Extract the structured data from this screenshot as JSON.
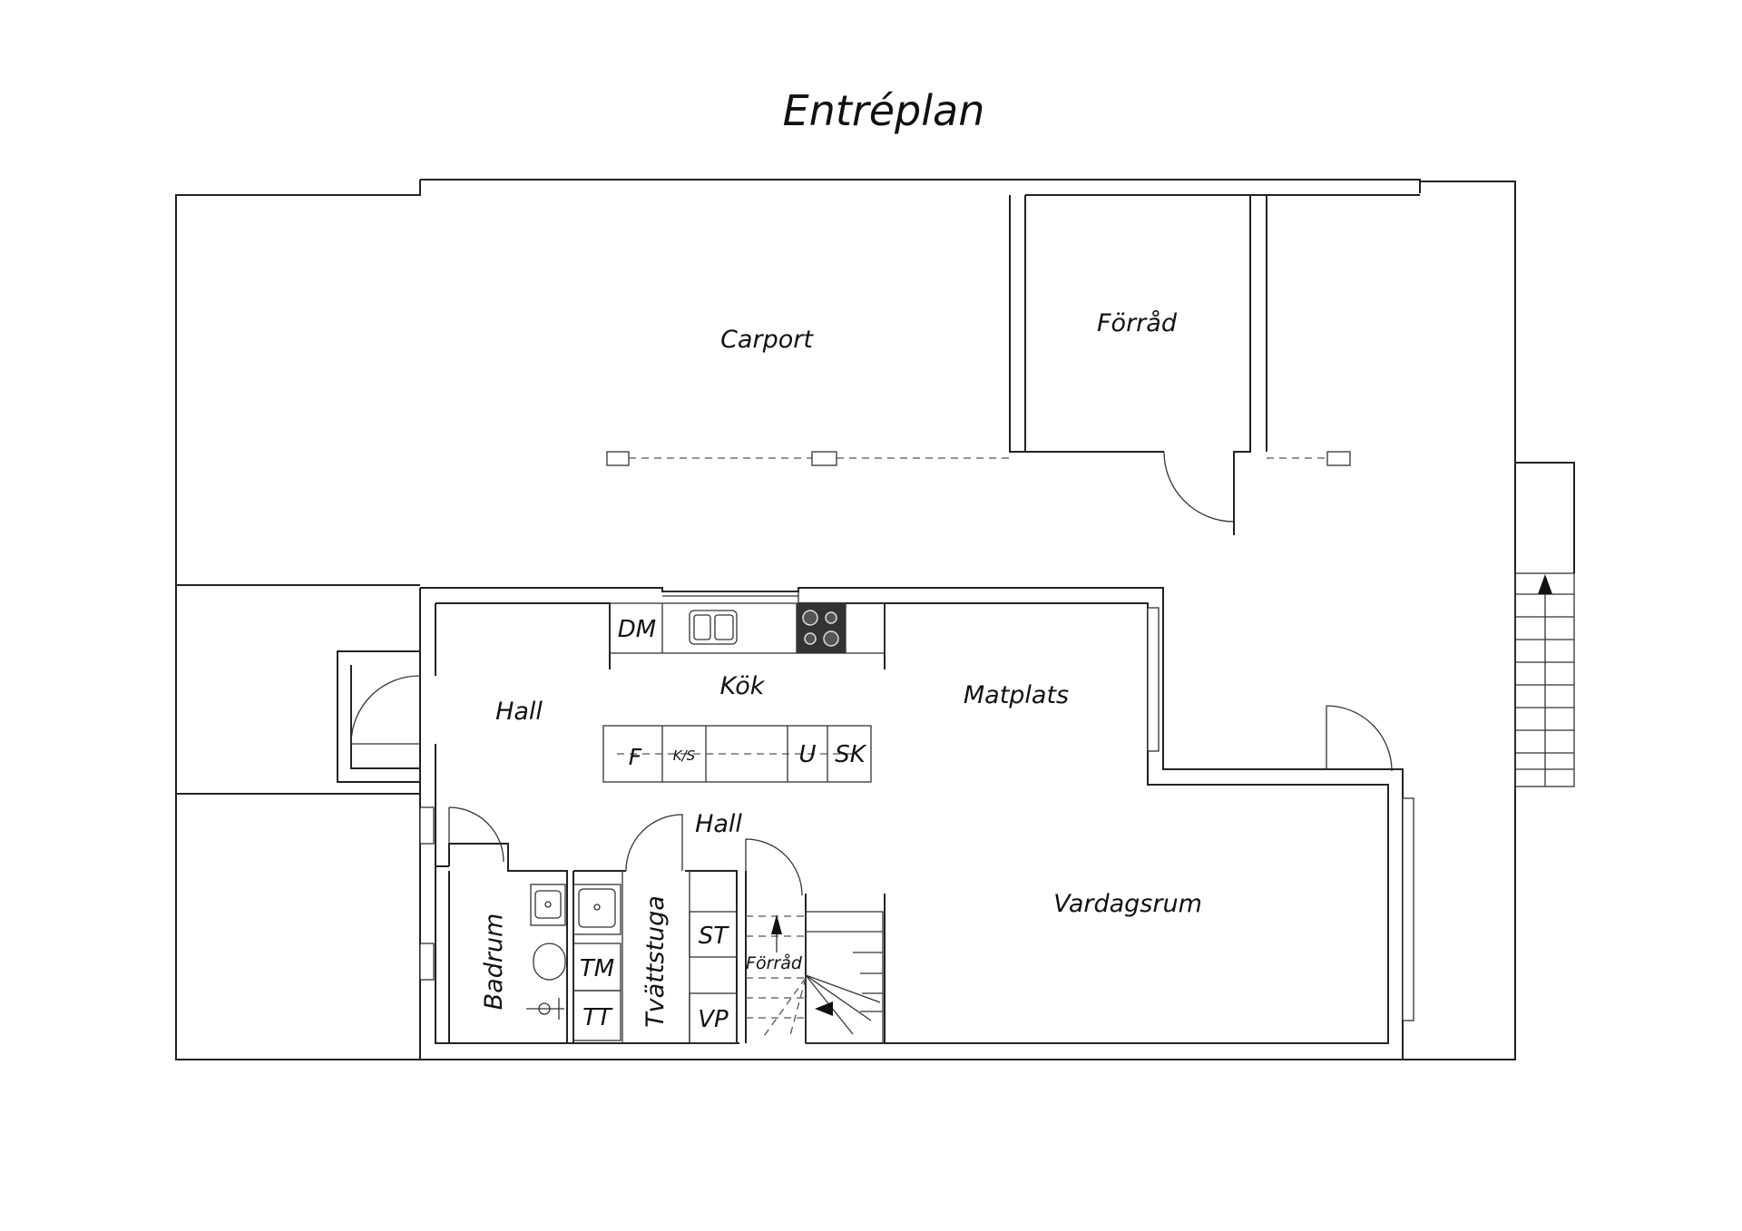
{
  "title": "Entréplan",
  "rooms": {
    "carport": "Carport",
    "forrad_top": "Förråd",
    "hall_upper": "Hall",
    "kok": "Kök",
    "matplats": "Matplats",
    "hall_lower": "Hall",
    "vardagsrum": "Vardagsrum",
    "badrum": "Badrum",
    "tvattstuga": "Tvättstuga",
    "forrad_stair": "Förråd"
  },
  "fixtures": {
    "dm": "DM",
    "f": "F",
    "ks": "K/S",
    "u": "U",
    "sk": "SK",
    "tm": "TM",
    "tt": "TT",
    "st": "ST",
    "vp": "VP"
  }
}
